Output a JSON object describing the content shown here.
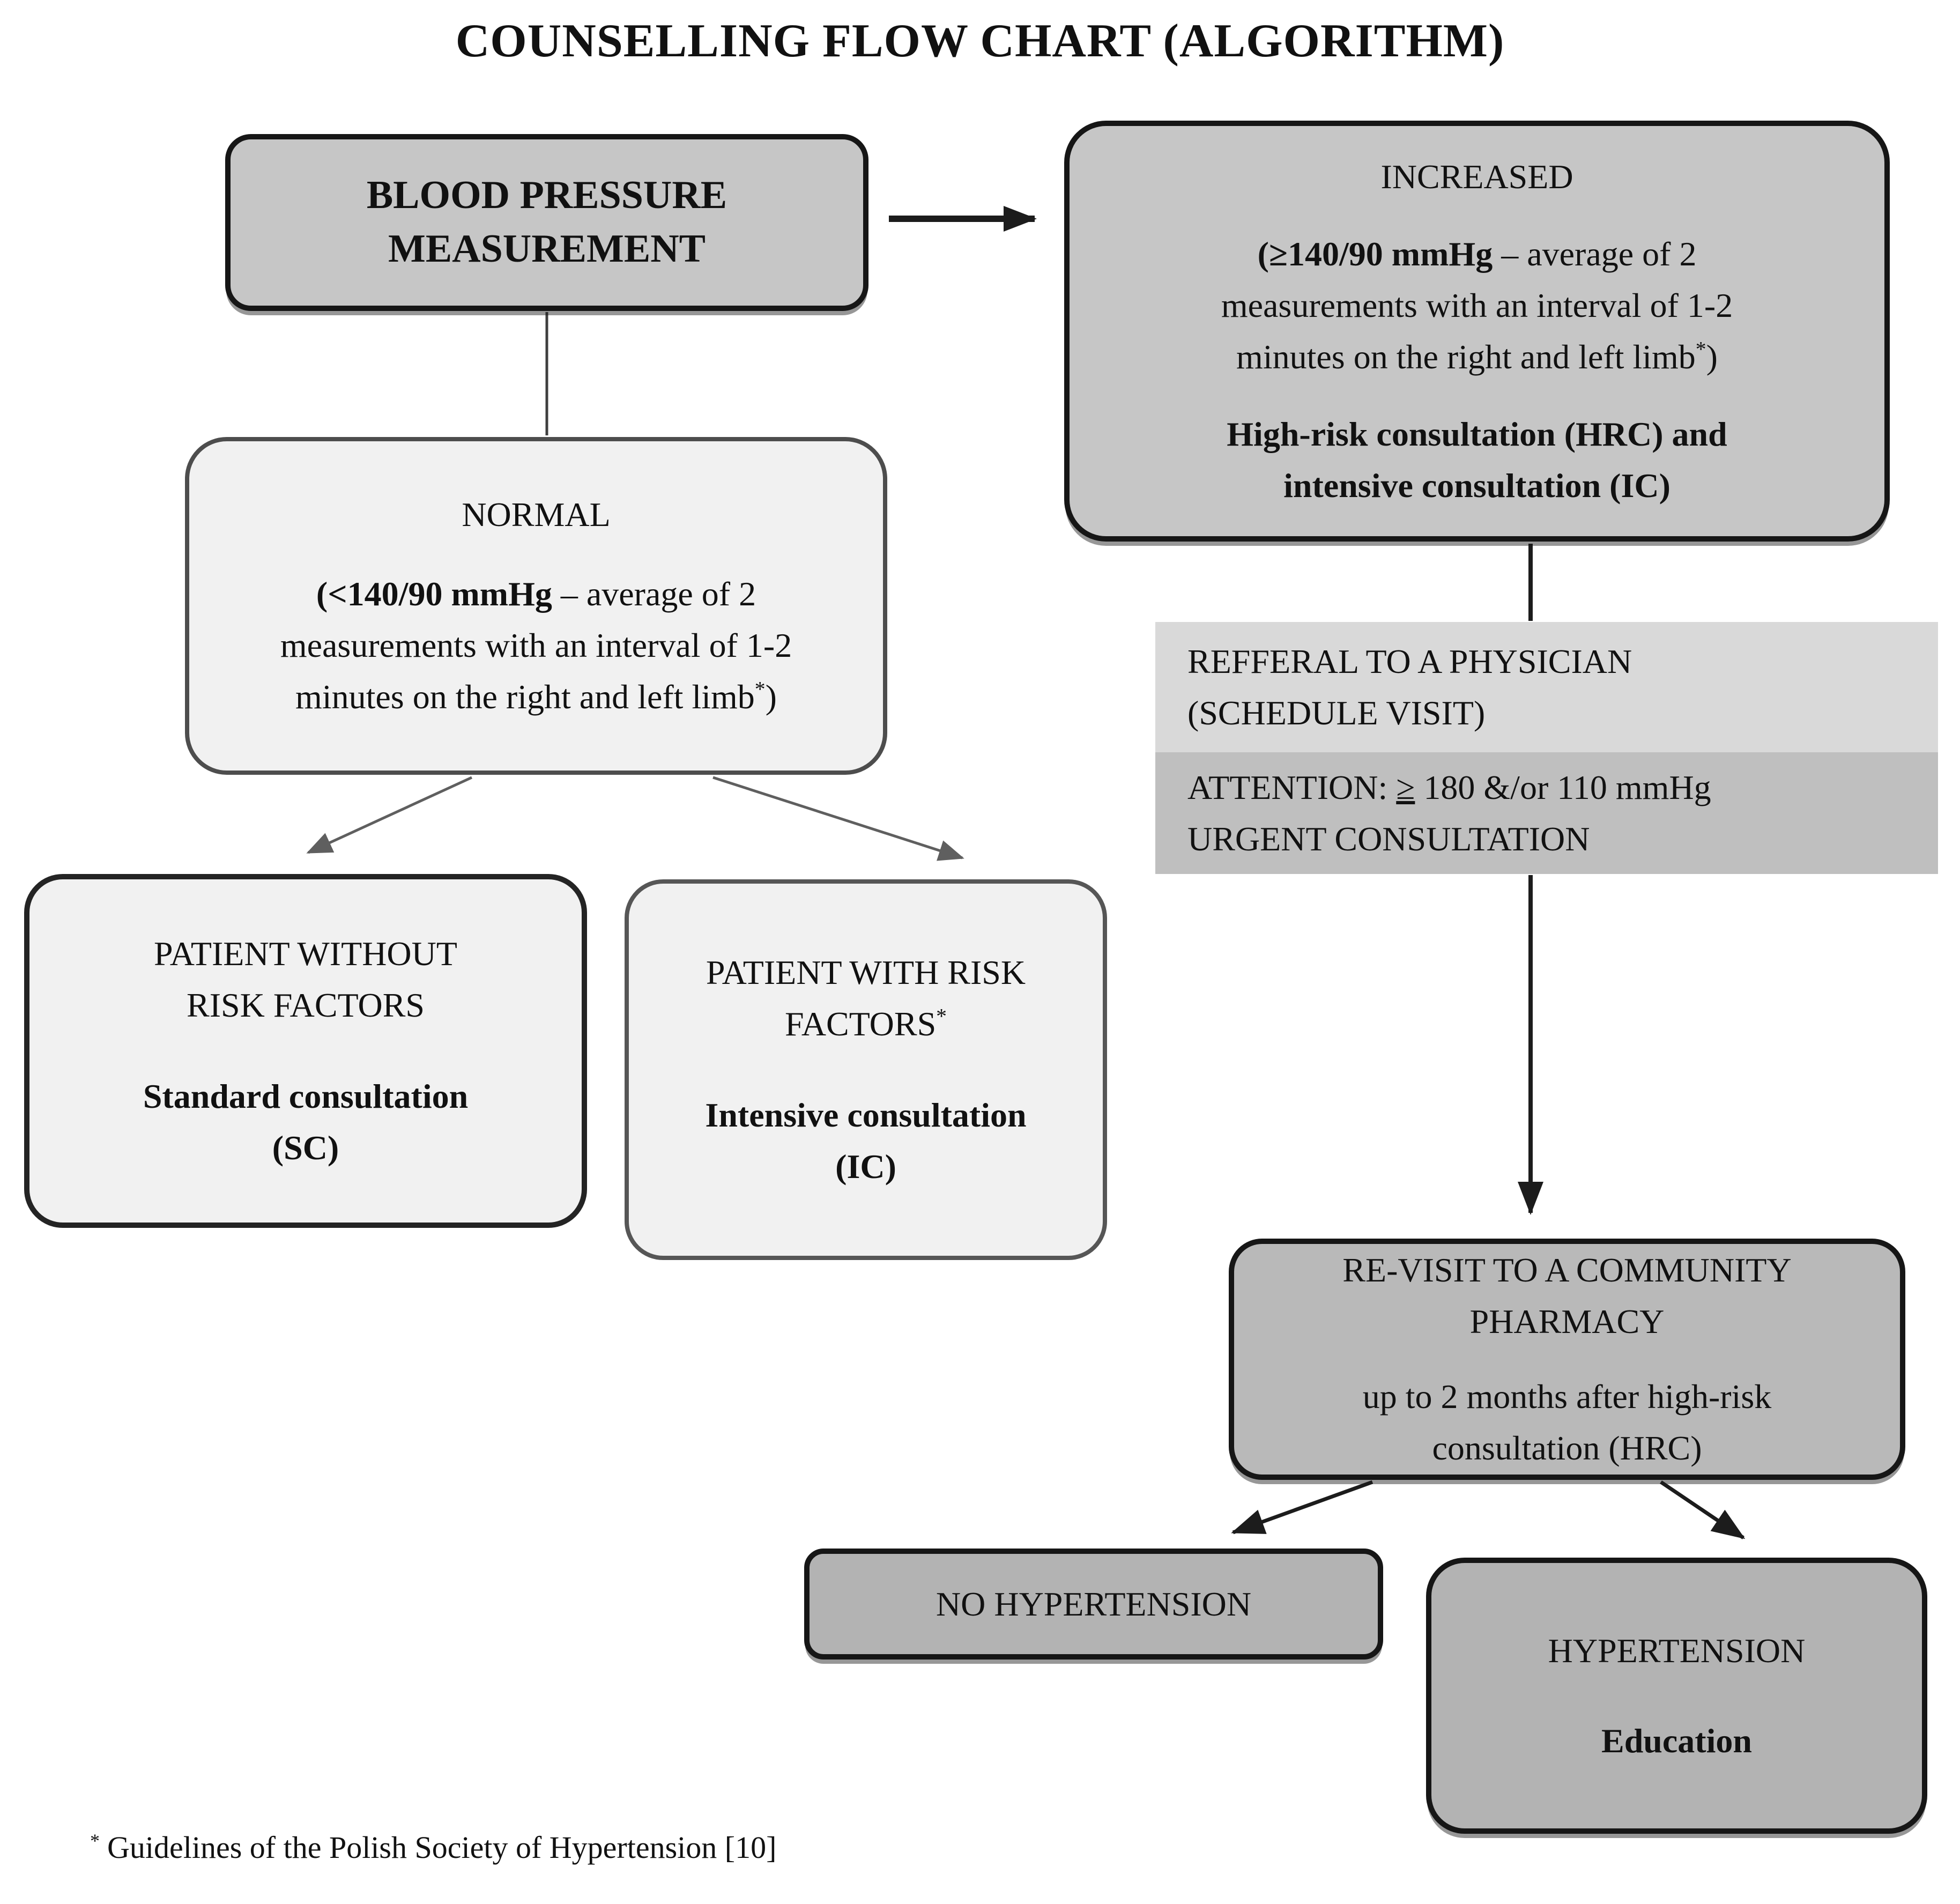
{
  "title": "COUNSELLING FLOW CHART (ALGORITHM)",
  "nodes": {
    "blood_pressure": {
      "line1": "BLOOD PRESSURE",
      "line2": "MEASUREMENT"
    },
    "increased": {
      "title": "INCREASED",
      "criteria_line1_bold": "(≥140/90 mmHg",
      "criteria_line1_rest": " – average of 2",
      "criteria_line2": "measurements with an interval of 1-2",
      "criteria_line3": "minutes on the right and left limb",
      "criteria_sup": "*",
      "criteria_close": ")",
      "action_line1": "High-risk consultation (HRC) and",
      "action_line2": "intensive consultation (IC)"
    },
    "normal": {
      "title": "NORMAL",
      "criteria_line1_bold": "(<140/90 mmHg",
      "criteria_line1_rest": " – average of 2",
      "criteria_line2": "measurements with an interval of 1-2",
      "criteria_line3": "minutes on the right and left limb",
      "criteria_sup": "*",
      "criteria_close": ")"
    },
    "refferal": {
      "line1": "REFFERAL TO A PHYSICIAN",
      "line2": "(SCHEDULE VISIT)"
    },
    "attention": {
      "line1_pre": "ATTENTION: ",
      "line1_geq": "≥",
      "line1_rest": " 180 &/or 110 mmHg",
      "line2": "URGENT CONSULTATION"
    },
    "patient_without": {
      "title_line1": "PATIENT WITHOUT",
      "title_line2": "RISK FACTORS",
      "action_line1": "Standard consultation",
      "action_line2": "(SC)"
    },
    "patient_with": {
      "title_line1": "PATIENT WITH RISK",
      "title_line2": "FACTORS",
      "title_sup": "*",
      "action_line1": "Intensive consultation",
      "action_line2": "(IC)"
    },
    "revisit": {
      "title_line1": "RE-VISIT TO A COMMUNITY",
      "title_line2": "PHARMACY",
      "body_line1": "up to 2 months after high-risk",
      "body_line2": "consultation (HRC)"
    },
    "no_hypertension": {
      "label": "NO HYPERTENSION"
    },
    "hypertension": {
      "title": "HYPERTENSION",
      "action": "Education"
    }
  },
  "footnote": {
    "sup": "*",
    "text": "Guidelines of the Polish Society of Hypertension [10]"
  },
  "colors": {
    "node_gray_fill": "#c6c6c6",
    "node_light_fill": "#f1f1f1",
    "node_mid_fill": "#b9b9b9",
    "node_dark_fill": "#b3b3b3",
    "refferal_fill": "#d9d9d9",
    "attention_fill": "#bfbfbf",
    "border_dark": "#161616",
    "border_gray": "#4d4d4d",
    "arrow_dark": "#1c1c1c",
    "arrow_gray": "#5f5f5f"
  }
}
